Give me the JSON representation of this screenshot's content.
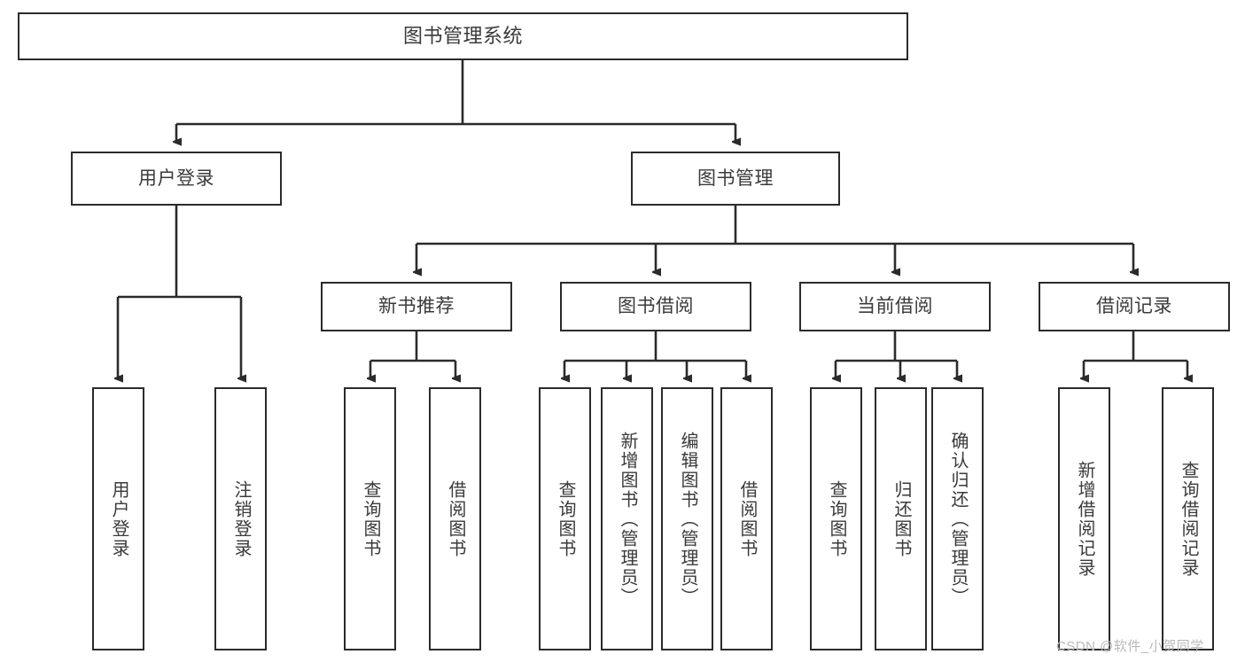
{
  "diagram": {
    "type": "hierarchy-tree",
    "title": "图书管理系统",
    "root": {
      "label": "图书管理系统"
    },
    "level2": [
      {
        "label": "用户登录"
      },
      {
        "label": "图书管理"
      }
    ],
    "level3": [
      {
        "label": "新书推荐"
      },
      {
        "label": "图书借阅"
      },
      {
        "label": "当前借阅"
      },
      {
        "label": "借阅记录"
      }
    ],
    "leaves": {
      "user_login": [
        {
          "label": "用户登录"
        },
        {
          "label": "注销登录"
        }
      ],
      "new_book_recommend": [
        {
          "label": "查询图书"
        },
        {
          "label": "借阅图书"
        }
      ],
      "book_borrow": [
        {
          "label": "查询图书"
        },
        {
          "label": "新增图书（管理员）"
        },
        {
          "label": "编辑图书（管理员）"
        },
        {
          "label": "借阅图书"
        }
      ],
      "current_borrow": [
        {
          "label": "查询图书"
        },
        {
          "label": "归还图书"
        },
        {
          "label": "确认归还（管理员）"
        }
      ],
      "borrow_record": [
        {
          "label": "新增借阅记录"
        },
        {
          "label": "查询借阅记录"
        }
      ]
    }
  },
  "watermark": {
    "text": "CSDN @软件_小贺同学"
  },
  "colors": {
    "stroke": "#2b2b2b",
    "text": "#3a3a3a",
    "background": "#ffffff",
    "watermark": "#b9b9b9"
  }
}
